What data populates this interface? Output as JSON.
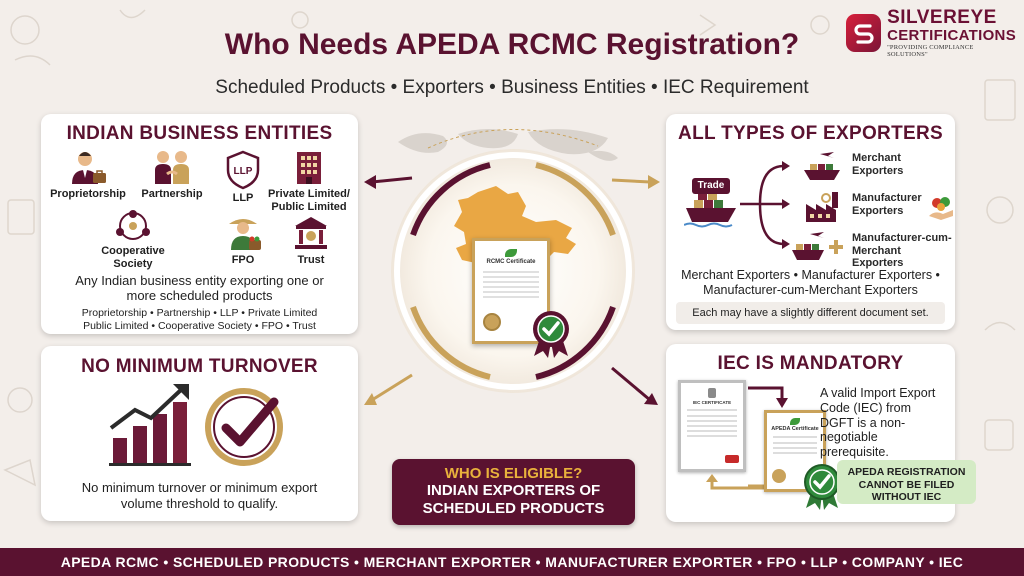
{
  "brand": {
    "name_line1": "SILVEREYE",
    "name_line2": "CERTIFICATIONS",
    "tagline": "\"PROVIDING COMPLIANCE SOLUTIONS\""
  },
  "header": {
    "title": "Who Needs APEDA RCMC Registration?",
    "subtitle": "Scheduled Products • Exporters • Business Entities • IEC Requirement"
  },
  "entities": {
    "title": "INDIAN BUSINESS ENTITIES",
    "items": [
      {
        "label": "Proprietorship",
        "icon": "business-person-icon"
      },
      {
        "label": "Partnership",
        "icon": "handshake-icon"
      },
      {
        "label": "LLP",
        "icon": "llp-shield-icon"
      },
      {
        "label": "Private Limited/\nPublic Limited",
        "icon": "office-building-icon"
      },
      {
        "label": "Cooperative\nSociety",
        "icon": "people-group-icon"
      },
      {
        "label": "FPO",
        "icon": "farmer-icon"
      },
      {
        "label": "Trust",
        "icon": "trust-building-icon"
      }
    ],
    "desc_main": "Any Indian business entity exporting one or more scheduled products",
    "desc_sub": "Proprietorship • Partnership • LLP • Private Limited Public Limited • Cooperative Society • FPO • Trust"
  },
  "turnover": {
    "title": "NO MINIMUM TURNOVER",
    "desc": "No minimum turnover or minimum export volume threshold to qualify."
  },
  "exporters": {
    "title": "ALL TYPES OF EXPORTERS",
    "trade_label": "Trade",
    "types": [
      "Merchant Exporters",
      "Manufacturer Exporters",
      "Manufacturer-cum-Merchant Exporters"
    ],
    "summary": "Merchant Exporters • Manufacturer Exporters • Manufacturer-cum-Merchant Exporters",
    "note": "Each may have a slightly different document set."
  },
  "iec": {
    "title": "IEC IS MANDATORY",
    "desc": "A valid Import Export Code (IEC) from DGFT is a non-negotiable prerequisite.",
    "doc1_label": "IEC CERTIFICATE",
    "doc2_label": "APEDA Certificate",
    "warning": "APEDA REGISTRATION CANNOT BE FILED WITHOUT IEC"
  },
  "center": {
    "certificate_title": "RCMC Certificate"
  },
  "eligible": {
    "question": "WHO IS ELIGIBLE?",
    "answer": "INDIAN EXPORTERS OF SCHEDULED PRODUCTS"
  },
  "footer": {
    "text": "APEDA RCMC • SCHEDULED PRODUCTS • MERCHANT EXPORTER • MANUFACTURER EXPORTER • FPO • LLP • COMPANY • IEC"
  },
  "colors": {
    "maroon": "#5a1230",
    "gold": "#c9a25a",
    "green": "#2f8a3b",
    "saffron": "#e8a23a"
  }
}
